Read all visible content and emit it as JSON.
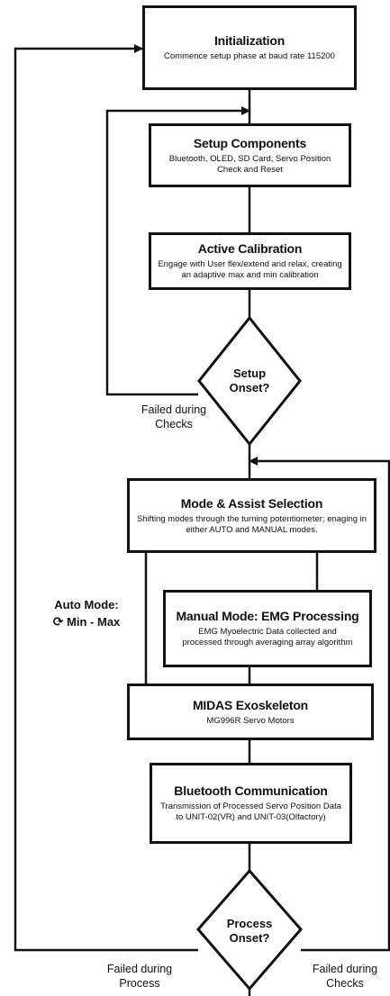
{
  "nodes": {
    "initialization": {
      "title": "Initialization",
      "desc": "Commence setup phase at baud rate 115200"
    },
    "setup_components": {
      "title": "Setup Components",
      "desc": "Bluetooth, OLED, SD Card, Servo Position Check and Reset"
    },
    "active_calibration": {
      "title": "Active Calibration",
      "desc": "Engage with User flex/extend and relax, creating an adaptive max and min calibration"
    },
    "setup_onset": {
      "title": "Setup Onset?"
    },
    "mode_assist": {
      "title": "Mode & Assist Selection",
      "desc": "Shifting modes through the turning potentiometer; enaging in either AUTO and MANUAL modes."
    },
    "manual_mode": {
      "title": "Manual Mode: EMG Processing",
      "desc": "EMG Myoelectric Data collected and processed through averaging array algorithm"
    },
    "midas": {
      "title": "MIDAS Exoskeleton",
      "desc": "MG996R Servo Motors"
    },
    "bluetooth": {
      "title": "Bluetooth Communication",
      "desc": "Transmission of Processed Servo Position Data to UNIT-02(VR) and UNIT-03(Olfactory)"
    },
    "process_onset": {
      "title": "Process Onset?"
    }
  },
  "labels": {
    "failed_checks_setup": "Failed during Checks",
    "auto_mode": "Auto Mode:",
    "auto_mode_range": "Min - Max",
    "failed_process": "Failed during Process",
    "failed_checks_process": "Failed during Checks"
  },
  "icons": {
    "auto_mode_icon": "cycle-arrows-icon"
  }
}
